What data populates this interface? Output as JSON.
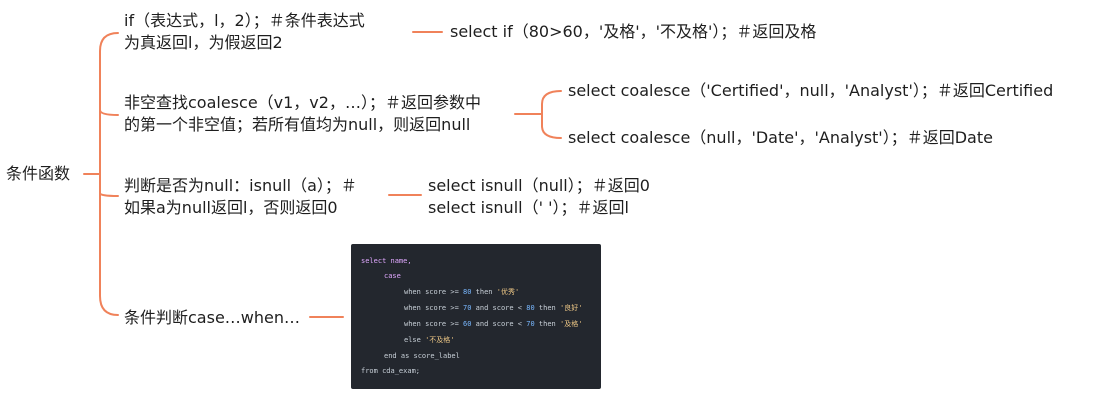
{
  "root": {
    "label": "条件函数"
  },
  "branches": [
    {
      "label_lines": [
        "if（表达式，l，2）；＃条件表达式",
        "为真返回l，为假返回2"
      ],
      "examples": [
        "select if（80>60，'及格'，'不及格'）；＃返回及格"
      ]
    },
    {
      "label_lines": [
        "非空查找coalesce（v1，v2，…）；＃返回参数中",
        "的第一个非空值；若所有值均为null，则返回null"
      ],
      "examples": [
        "select coalesce（'Certified'，null，'Analyst'）；＃返回Certified",
        "select coalesce（null，'Date'，'Analyst'）；＃返回Date"
      ]
    },
    {
      "label_lines": [
        "判断是否为null：isnull（a）；＃",
        "如果a为null返回l，否则返回0"
      ],
      "examples": [
        "select isnull（null）；＃返回0",
        "select isnull（' '）；＃返回l"
      ]
    },
    {
      "label_lines": [
        "条件判断case…when…"
      ],
      "examples": []
    }
  ],
  "code_block": {
    "line1": "select name,",
    "line2": "case",
    "line3": {
      "a": "when score >= ",
      "b": "80",
      "c": " then ",
      "d": "'优秀'"
    },
    "line4": {
      "a": "when score >= ",
      "b": "70",
      "c": " and score < ",
      "d": "80",
      "e": " then ",
      "f": "'良好'"
    },
    "line5": {
      "a": "when score >= ",
      "b": "60",
      "c": " and score < ",
      "d": "70",
      "e": " then ",
      "f": "'及格'"
    },
    "line6": {
      "a": "else ",
      "b": "'不及格'"
    },
    "line7": "end as score_label",
    "line8": "from cda_exam;"
  },
  "colors": {
    "connector": "#f0825a",
    "code_bg": "#23272e"
  }
}
